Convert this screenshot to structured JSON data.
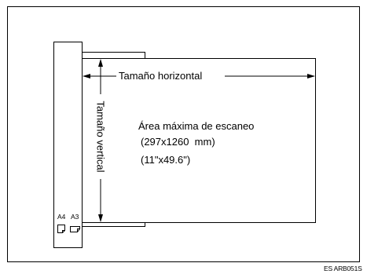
{
  "diagram": {
    "horizontal_label": "Tamaño horizontal",
    "vertical_label": "Tamaño vertical",
    "area_title": "Área máxima de escaneo",
    "area_metric": "(297x1260  mm)",
    "area_imperial": "(11\"x49.6\")",
    "size_a4": "A4",
    "size_a3": "A3",
    "figure_code": "ES ARB051S"
  }
}
